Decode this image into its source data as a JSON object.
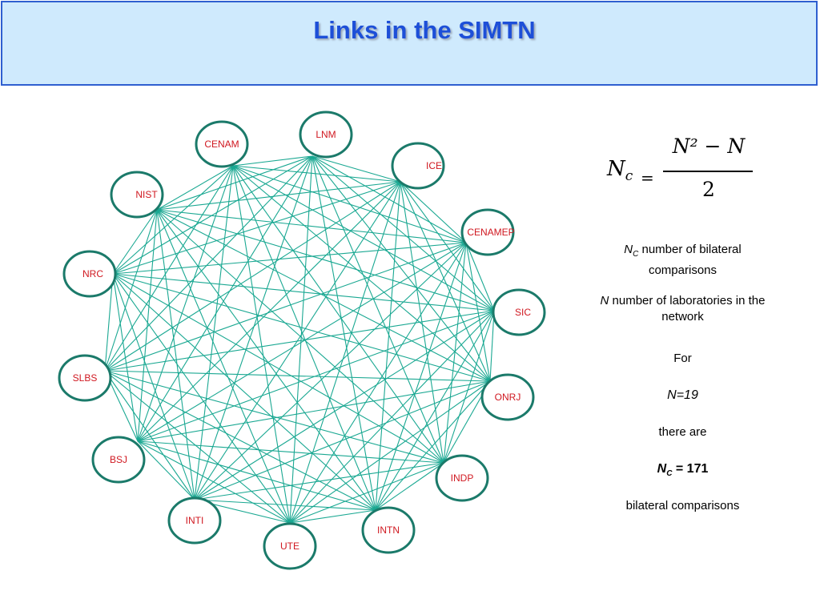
{
  "title": "Links in the SIMTN",
  "colors": {
    "link": "#1aa892",
    "node_stroke": "#1b7a6a",
    "label": "#d01820",
    "title": "#1d4fd8",
    "header_bg": "#cfeafd"
  },
  "nodes": [
    "LNM",
    "ICE",
    "CENAMEP",
    "SIC",
    "ONRJ",
    "INDP",
    "INTN",
    "UTE",
    "INTI",
    "BSJ",
    "SLBS",
    "NRC",
    "NIST",
    "CENAM"
  ],
  "formula": {
    "lhs": "N",
    "lhs_sub": "c",
    "eq": "=",
    "numerator": "N² − N",
    "denominator": "2"
  },
  "legend": {
    "nc_symbol": "N",
    "nc_sub": "C",
    "nc_text": "number of bilateral comparisons",
    "n_symbol": "N",
    "n_text": "number of laboratories in the network"
  },
  "result": {
    "for": "For",
    "n_value": "N=19",
    "there_are": "there are",
    "nc_symbol": "N",
    "nc_sub": "C",
    "nc_value": "= 171",
    "footer": "bilateral comparisons"
  }
}
